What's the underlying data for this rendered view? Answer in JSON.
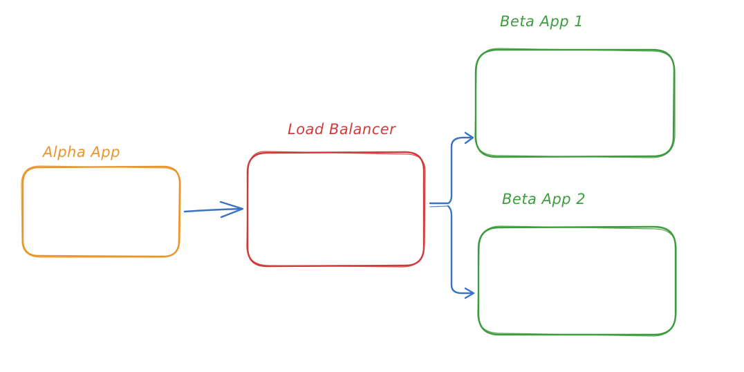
{
  "nodes": {
    "alpha": {
      "label": "Alpha App",
      "color": "#e8952c"
    },
    "load_balancer": {
      "label": "Load Balancer",
      "color": "#cf3b3b"
    },
    "beta1": {
      "label": "Beta App 1",
      "color": "#3e9c3e"
    },
    "beta2": {
      "label": "Beta App 2",
      "color": "#3e9c3e"
    }
  },
  "edges": [
    {
      "from": "Alpha App",
      "to": "Load Balancer"
    },
    {
      "from": "Load Balancer",
      "to": "Beta App 1"
    },
    {
      "from": "Load Balancer",
      "to": "Beta App 2"
    }
  ],
  "edge_color": "#3a73c2"
}
